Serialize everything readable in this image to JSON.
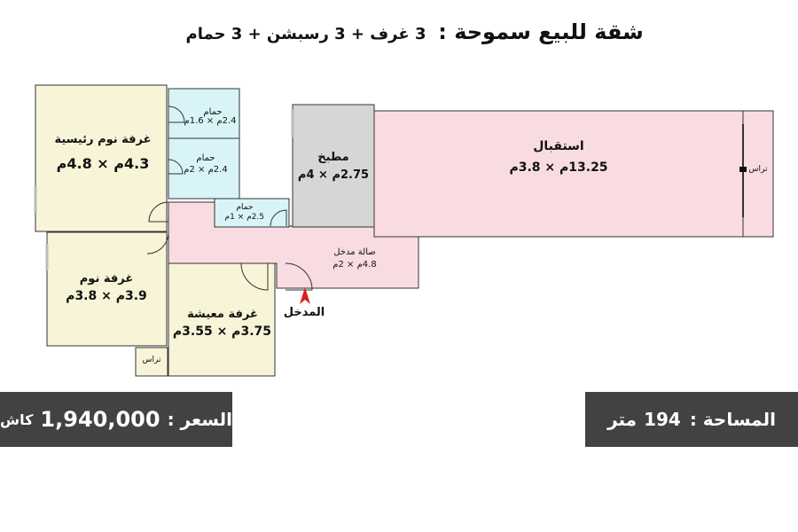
{
  "header": {
    "title": "شقة للبيع سموحة :",
    "subtitle": "3 غرف + 3 رسبشن + 3 حمام"
  },
  "rooms": {
    "master_bedroom": {
      "name": "غرفة نوم رئيسية",
      "dims": "4.3م × 4.8م"
    },
    "bath1": {
      "name": "حمام",
      "dims": "2.4م × 1.6م"
    },
    "bath2": {
      "name": "حمام",
      "dims": "2.4م × 2م"
    },
    "bath3": {
      "name": "حمام",
      "dims": "2.5م × 1م"
    },
    "kitchen": {
      "name": "مطبخ",
      "dims": "2.75م × 4م"
    },
    "reception": {
      "name": "استقبال",
      "dims": "13.25م × 3.8م"
    },
    "terrace_right": {
      "name": "تراس"
    },
    "entry_hall": {
      "name": "صالة مدخل",
      "dims": "4.8م × 2م"
    },
    "bedroom": {
      "name": "غرفة نوم",
      "dims": "3.9م × 3.8م"
    },
    "living_room": {
      "name": "غرفة معيشة",
      "dims": "3.75م × 3.55م"
    },
    "terrace_left": {
      "name": "تراس"
    },
    "entrance": {
      "name": "المدخل"
    }
  },
  "price": {
    "label": "السعر :",
    "value": "1,940,000",
    "unit": "كاش"
  },
  "area": {
    "label": "المساحة :",
    "value": "194",
    "unit": "متر"
  },
  "colors": {
    "bedroom": "#f7f4d8",
    "bathroom": "#d8f4f7",
    "kitchen": "#d6d6d6",
    "reception": "#f9dce1",
    "box": "#424242",
    "entrance_arrow": "#d62020"
  }
}
